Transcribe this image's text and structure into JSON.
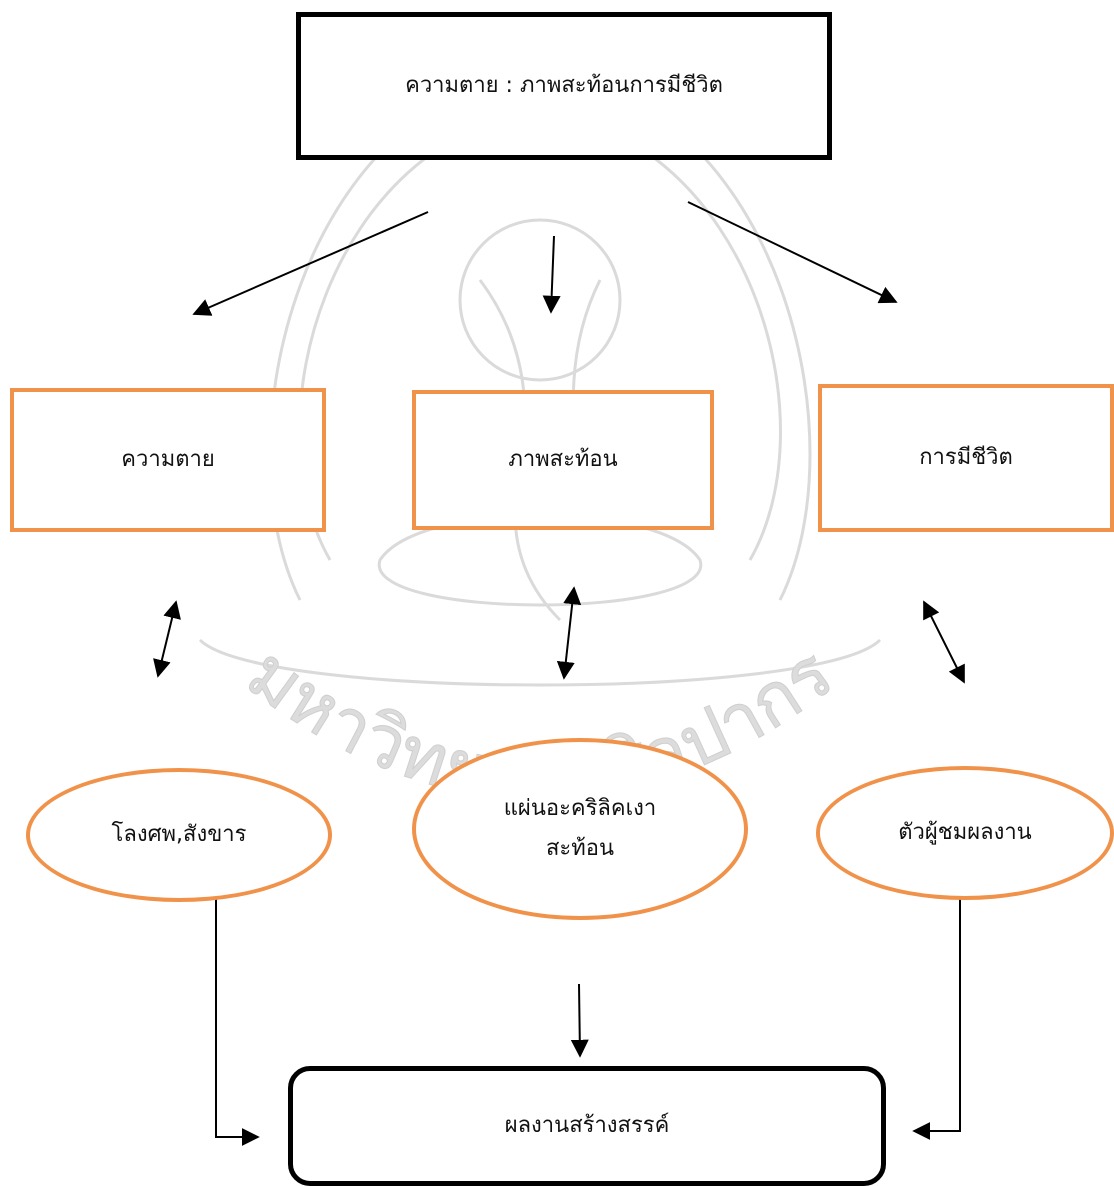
{
  "title": "ความตาย : ภาพสะท้อนการมีชีวิต",
  "boxes": {
    "death": "ความตาย",
    "reflection": "ภาพสะท้อน",
    "living": "การมีชีวิต"
  },
  "ovals": {
    "coffin": "โลงศพ,สังขาร",
    "acrylic_line1": "แผ่นอะคริลิคเงา",
    "acrylic_line2": "สะท้อน",
    "viewer": "ตัวผู้ชมผลงาน"
  },
  "result": "ผลงานสร้างสรรค์",
  "watermark": "มหาวิทยาลัยศิลปากร",
  "colors": {
    "accent_border": "#f0924a",
    "frame": "#000000"
  }
}
